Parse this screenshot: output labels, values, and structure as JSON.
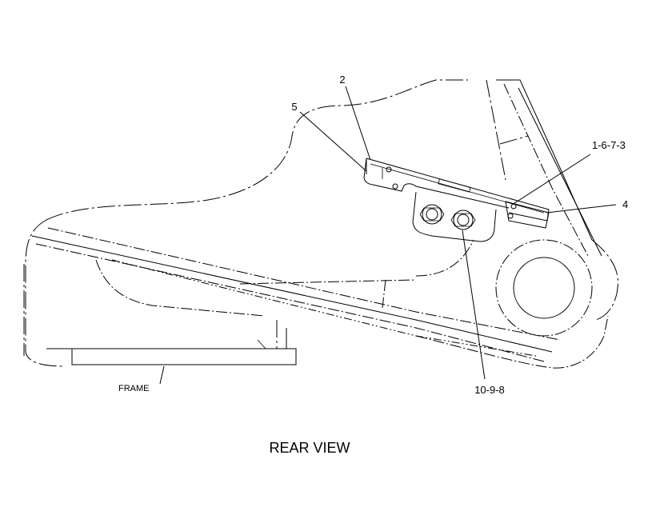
{
  "callouts": {
    "c2": "2",
    "c5": "5",
    "c1673": "1-6-7-3",
    "c4": "4",
    "c1098": "10-9-8"
  },
  "labels": {
    "frame": "FRAME",
    "view": "REAR VIEW"
  }
}
